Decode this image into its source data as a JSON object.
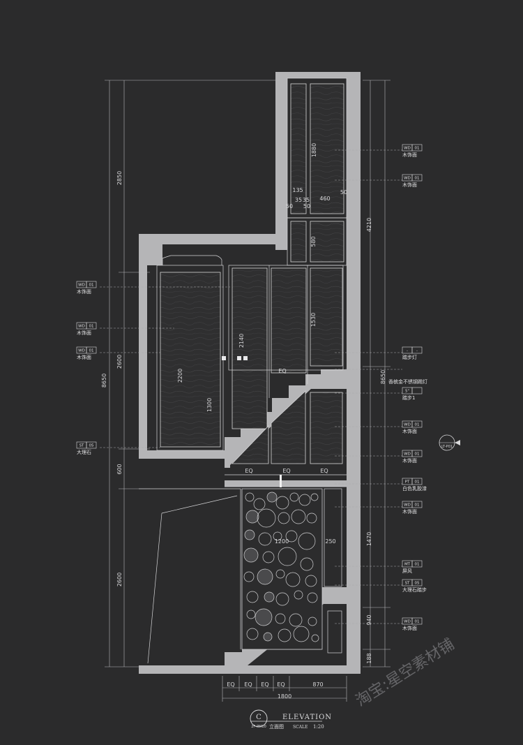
{
  "title_block": {
    "marker": "C",
    "sheet_ref": "2F-PM10",
    "title": "ELEVATION",
    "subtitle": "立面图",
    "scale_label": "SCALE",
    "scale_value": "1:20"
  },
  "watermark": "淘宝:星空素材铺",
  "section_marker": {
    "label": "LT-P01"
  },
  "left_tags": [
    {
      "code": "WD",
      "num": "01",
      "desc": "木饰面"
    },
    {
      "code": "WD",
      "num": "01",
      "desc": "木饰面"
    },
    {
      "code": "WD",
      "num": "01",
      "desc": "木饰面"
    },
    {
      "code": "ST",
      "num": "05",
      "desc": "大理石"
    }
  ],
  "right_tags": [
    {
      "code": "WD",
      "num": "01",
      "desc": "木饰面"
    },
    {
      "code": "WD",
      "num": "01",
      "desc": "木饰面"
    },
    {
      "code": "-",
      "num": "-",
      "desc": "踏步灯"
    },
    {
      "code": "",
      "num": "",
      "desc": "香槟金不锈钢踢灯"
    },
    {
      "code": "5\"",
      "num": "",
      "desc": "踏步1"
    },
    {
      "code": "WD",
      "num": "01",
      "desc": "木饰面"
    },
    {
      "code": "WD",
      "num": "01",
      "desc": "木饰面"
    },
    {
      "code": "PT",
      "num": "01",
      "desc": "白色乳胶漆"
    },
    {
      "code": "WD",
      "num": "01",
      "desc": "木饰面"
    },
    {
      "code": "MT",
      "num": "01",
      "desc": "屏风"
    },
    {
      "code": "ST",
      "num": "05",
      "desc": "大理石踏步"
    },
    {
      "code": "WD",
      "num": "01",
      "desc": "木饰面"
    }
  ],
  "dims_left": {
    "overall": "8650",
    "upper": "2850",
    "middle": "2600",
    "slab": "600",
    "lower": "2600"
  },
  "dims_right": {
    "overall": "8650",
    "top": "4210",
    "mid": "1470",
    "low": "940",
    "base": "188"
  },
  "dims_bottom": {
    "eq": [
      "EQ",
      "EQ",
      "EQ",
      "EQ"
    ],
    "right": "870",
    "overall": "1800"
  },
  "dims_inner": {
    "upper_panel_h": "1880",
    "panel_w": "460",
    "w135": "135",
    "w50": "50",
    "w35": "35",
    "h580": "580",
    "h1530": "1530",
    "door_h": "2200",
    "door_h2": "2140",
    "door_low": "1300",
    "screen_w": "1200",
    "screen_d": "250",
    "eq_labels": [
      "EQ",
      "EQ",
      "EQ",
      "EQ"
    ]
  }
}
